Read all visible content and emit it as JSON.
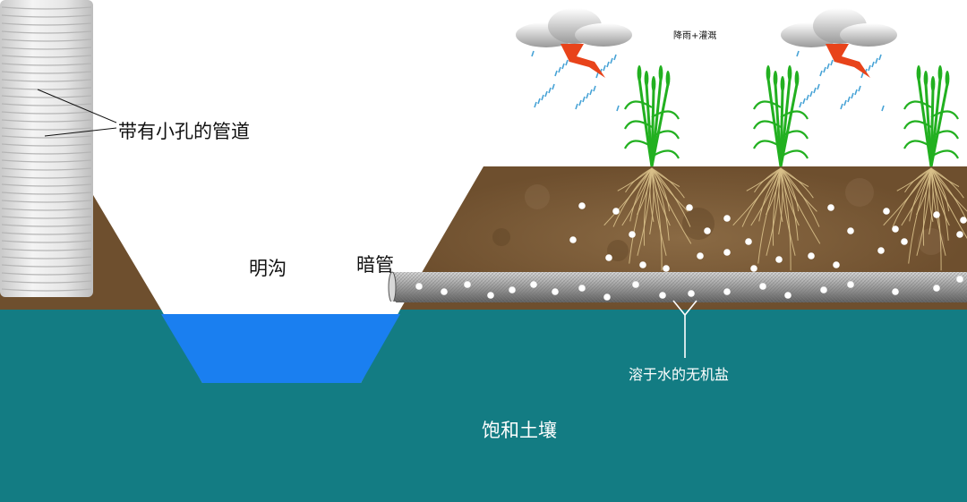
{
  "labels": {
    "perforated_pipe": "带有小孔的管道",
    "open_ditch": "明沟",
    "underground_pipe": "暗管",
    "rain_irrigation": "降雨+灌溉",
    "dissolved_salts": "溶于水的无机盐",
    "saturated_soil": "饱和土壤"
  },
  "colors": {
    "saturated_soil": "#137c83",
    "topsoil": "#6e4f2e",
    "ditch_water": "#1a7ff0",
    "pipe": "#bfbfbf",
    "plant": "#22b020",
    "root": "#d8c08a",
    "lightning": "#e8431a",
    "rain": "#47a3d6",
    "salt": "#ffffff"
  },
  "icons": [
    "storm-cloud-icon",
    "lightning-icon",
    "rain-icon",
    "reed-plant-icon",
    "root-icon"
  ]
}
